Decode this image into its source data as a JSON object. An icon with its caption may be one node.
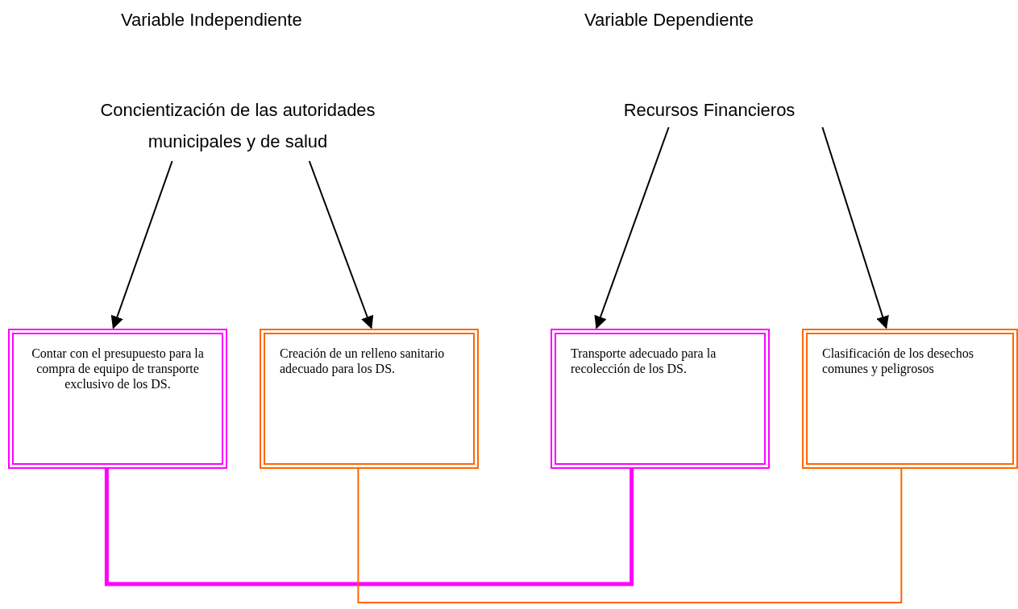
{
  "diagram": {
    "nodes": [
      {
        "text": [
          "Concientización de las autoridades municipales y de salud"
        ]
      },
      {
        "text": [
          "Recursos Financieros"
        ]
      },
      {
        "text": [
          "Contar con el presupuesto para la compra de equipo de transporte exclusivo de los DS."
        ]
      },
      {
        "text": [
          "Creación de un relleno sanitario adecuado para los DS."
        ]
      },
      {
        "text": [
          "Transporte adecuado para la recolección de los DS."
        ]
      },
      {
        "text": [
          "Clasificación de los desechos comunes y peligrosos"
        ]
      }
    ],
    "edges": [
      {
        "from": 0,
        "to": 2,
        "arrow": "to"
      },
      {
        "from": 0,
        "to": 3,
        "arrow": "to"
      },
      {
        "from": 1,
        "to": 4,
        "arrow": "to"
      },
      {
        "from": 1,
        "to": 5,
        "arrow": "to"
      },
      {
        "from": 2,
        "to": 4,
        "arrow": "none",
        "style": "thick",
        "color": "#ff00ff"
      },
      {
        "from": 3,
        "to": 5,
        "arrow": "none",
        "color": "#ff6600"
      }
    ],
    "labels": [
      "Variable Independiente",
      "Variable Dependiente"
    ]
  }
}
